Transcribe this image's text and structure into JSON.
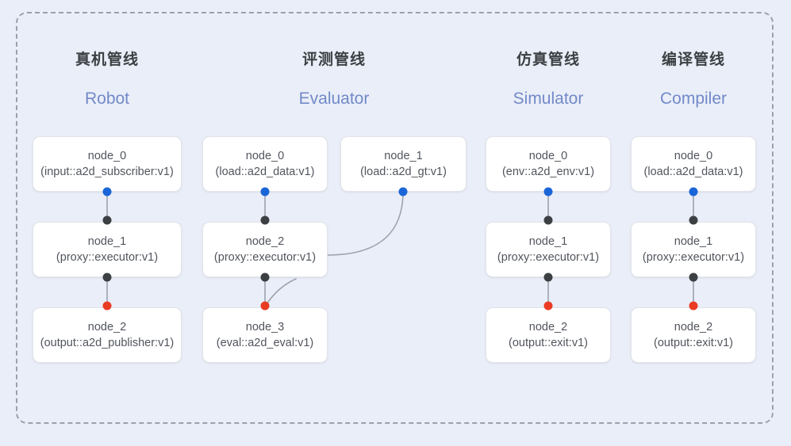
{
  "diagram": {
    "background_color": "#eaeef8",
    "boundary": {
      "style": "dashed",
      "color": "#9aa0ad"
    },
    "port_colors": {
      "output": "#1a65d8",
      "inout": "#3c4043",
      "terminal": "#ea3b23"
    },
    "accent_color": "#7289c9"
  },
  "columns": [
    {
      "id": "robot",
      "title_cn": "真机管线",
      "title_en": "Robot",
      "nodes": [
        {
          "name": "node_0",
          "type": "(input::a2d_subscriber:v1)"
        },
        {
          "name": "node_1",
          "type": "(proxy::executor:v1)"
        },
        {
          "name": "node_2",
          "type": "(output::a2d_publisher:v1)"
        }
      ]
    },
    {
      "id": "evaluator",
      "title_cn": "评测管线",
      "title_en": "Evaluator",
      "nodes": [
        {
          "name": "node_0",
          "type": "(load::a2d_data:v1)"
        },
        {
          "name": "node_1",
          "type": "(load::a2d_gt:v1)"
        },
        {
          "name": "node_2",
          "type": "(proxy::executor:v1)"
        },
        {
          "name": "node_3",
          "type": "(eval::a2d_eval:v1)"
        }
      ]
    },
    {
      "id": "simulator",
      "title_cn": "仿真管线",
      "title_en": "Simulator",
      "nodes": [
        {
          "name": "node_0",
          "type": "(env::a2d_env:v1)"
        },
        {
          "name": "node_1",
          "type": "(proxy::executor:v1)"
        },
        {
          "name": "node_2",
          "type": "(output::exit:v1)"
        }
      ]
    },
    {
      "id": "compiler",
      "title_cn": "编译管线",
      "title_en": "Compiler",
      "nodes": [
        {
          "name": "node_0",
          "type": "(load::a2d_data:v1)"
        },
        {
          "name": "node_1",
          "type": "(proxy::executor:v1)"
        },
        {
          "name": "node_2",
          "type": "(output::exit:v1)"
        }
      ]
    }
  ]
}
